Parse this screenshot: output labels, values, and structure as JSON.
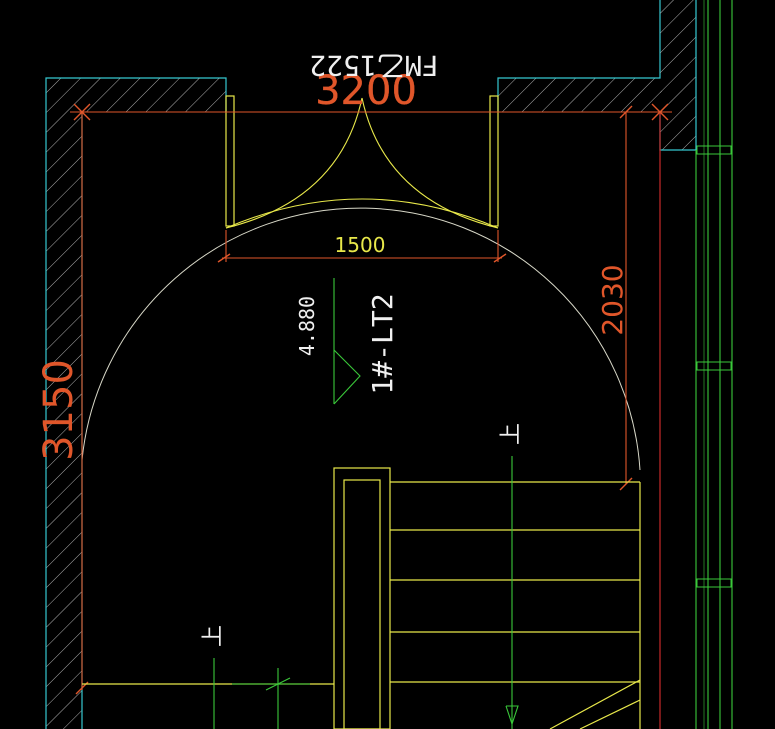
{
  "drawing": {
    "door_tag": "FM乙1522",
    "dim_top": "3200",
    "dim_opening": "1500",
    "dim_right": "2030",
    "dim_left": "3150",
    "stair_label": "1#-LT2",
    "elevation": "4.880",
    "up_mark_1": "上",
    "up_mark_2": "上"
  },
  "colors": {
    "background": "#000000",
    "wall_outline": "#35c8d0",
    "dimension": "#e0562a",
    "stair": "#e8e84a",
    "axis": "#3ac83a",
    "door_arc": "#e8e84a",
    "swing_arc": "#d8d8c8",
    "text_white": "#f0f0f0",
    "hatch": "#b0b0b0",
    "grid_red": "#c82a2a"
  }
}
